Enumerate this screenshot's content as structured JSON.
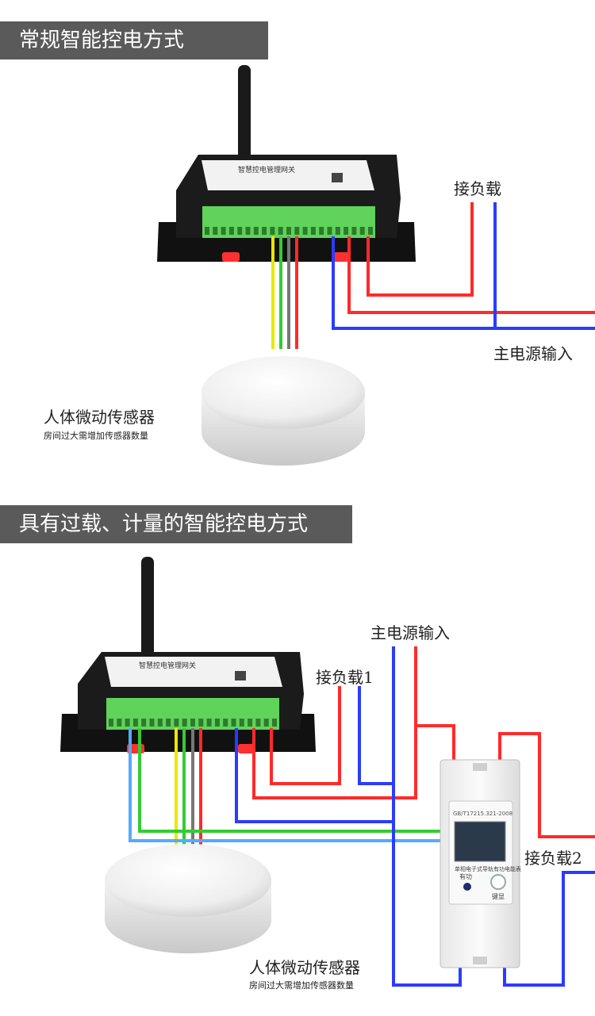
{
  "section1": {
    "banner": "常规智能控电方式",
    "load_label": "接负载",
    "mains_label": "主电源输入",
    "sensor_title": "人体微动传感器",
    "sensor_note": "房间过大需增加传感器数量"
  },
  "section2": {
    "banner": "具有过载、计量的智能控电方式",
    "mains_label": "主电源输入",
    "load1_label": "接负载1",
    "load2_label": "接负载2",
    "sensor_title": "人体微动传感器",
    "sensor_note": "房间过大需增加传感器数量",
    "meter": {
      "standard": "GB/T17215.321-2008",
      "name": "单相电子式导轨有功电能表",
      "active": "有功",
      "button": "键显"
    }
  },
  "gateway_label": "智慧控电管理网关",
  "colors": {
    "banner_bg": "#5a5a5a",
    "wire_red": "#ff2a2a",
    "wire_blue": "#2a3cff",
    "wire_yellow": "#e8e800",
    "wire_green": "#33cc33",
    "wire_gray": "#777777",
    "wire_cyan": "#55aaff",
    "terminal_green": "#5fd35a",
    "device_black": "#151515"
  }
}
